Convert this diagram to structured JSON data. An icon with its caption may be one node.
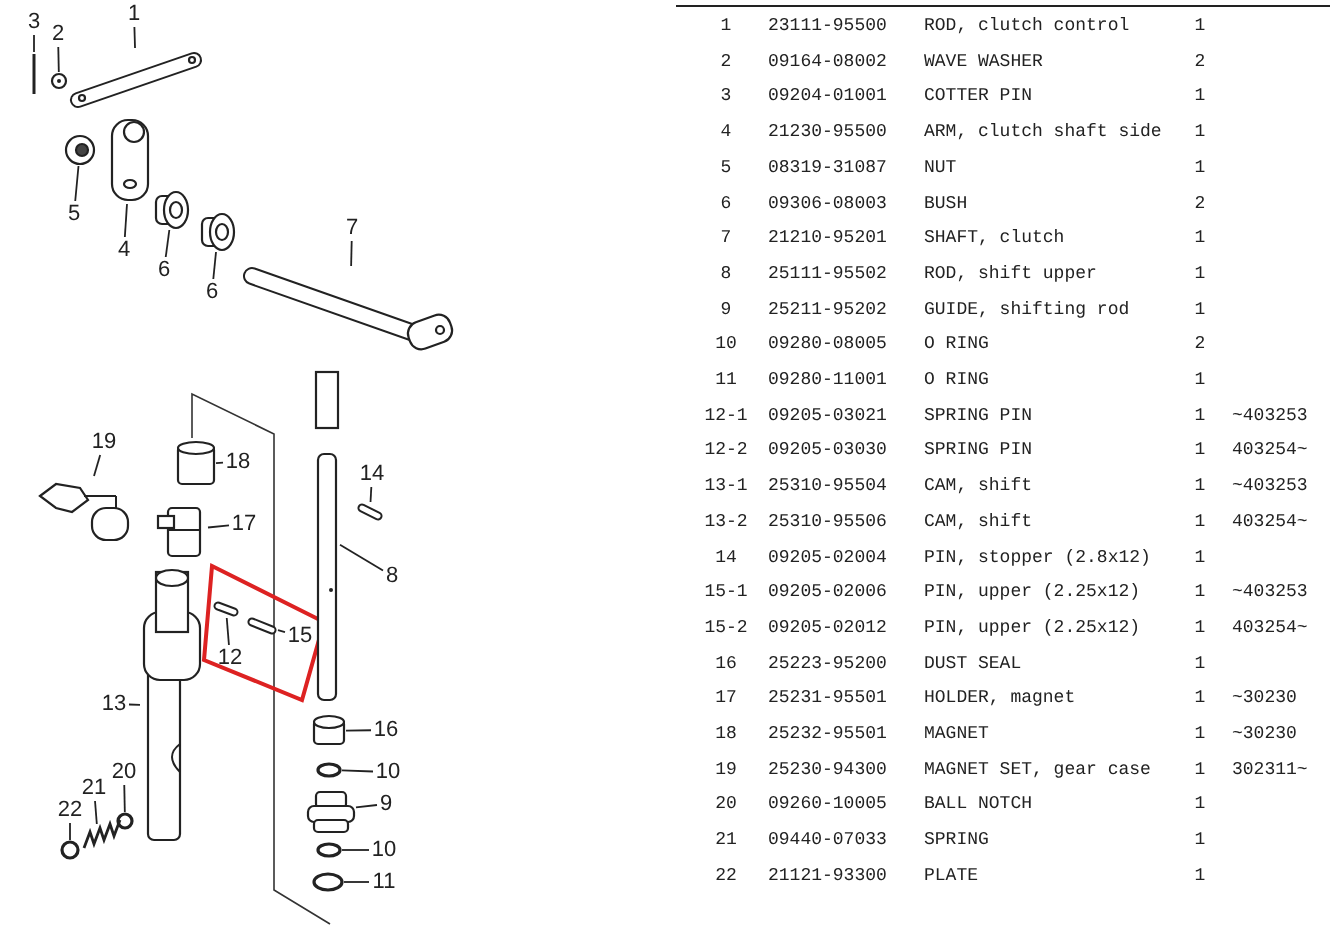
{
  "diagram": {
    "nodes": [
      {
        "text": [
          "1"
        ]
      },
      {
        "text": [],
        "shape": "picture"
      },
      {
        "text": [
          "2"
        ]
      },
      {
        "text": [],
        "shape": "picture"
      },
      {
        "text": [
          "3"
        ]
      },
      {
        "text": [],
        "shape": "picture"
      },
      {
        "text": [
          "4"
        ]
      },
      {
        "text": [],
        "shape": "picture"
      },
      {
        "text": [
          "5"
        ]
      },
      {
        "text": [],
        "shape": "picture"
      },
      {
        "text": [
          "6"
        ]
      },
      {
        "text": [],
        "shape": "picture"
      },
      {
        "text": [
          "6"
        ]
      },
      {
        "text": [],
        "shape": "picture"
      },
      {
        "text": [
          "7"
        ]
      },
      {
        "text": [],
        "shape": "picture"
      },
      {
        "text": [
          "8"
        ]
      },
      {
        "text": [],
        "shape": "picture"
      },
      {
        "text": [
          "14"
        ]
      },
      {
        "text": [],
        "shape": "picture"
      },
      {
        "text": [
          "18"
        ]
      },
      {
        "text": [],
        "shape": "cylinder"
      },
      {
        "text": [
          "19"
        ]
      },
      {
        "text": [],
        "shape": "picture"
      },
      {
        "text": [
          "17"
        ]
      },
      {
        "text": [],
        "shape": "picture"
      },
      {
        "text": [
          "13"
        ]
      },
      {
        "text": [],
        "shape": "picture"
      },
      {
        "text": [
          "12"
        ]
      },
      {
        "text": [],
        "shape": "picture"
      },
      {
        "text": [
          "15"
        ]
      },
      {
        "text": [],
        "shape": "picture"
      },
      {
        "text": [
          "16"
        ]
      },
      {
        "text": [],
        "shape": "cylinder"
      },
      {
        "text": [
          "10"
        ]
      },
      {
        "text": [],
        "shape": "circle"
      },
      {
        "text": [
          "9"
        ]
      },
      {
        "text": [],
        "shape": "picture"
      },
      {
        "text": [
          "10"
        ]
      },
      {
        "text": [],
        "shape": "circle"
      },
      {
        "text": [
          "11"
        ]
      },
      {
        "text": [],
        "shape": "circle"
      },
      {
        "text": [
          "20"
        ]
      },
      {
        "text": [],
        "shape": "circle"
      },
      {
        "text": [
          "21"
        ]
      },
      {
        "text": [],
        "shape": "picture"
      },
      {
        "text": [
          "22"
        ]
      },
      {
        "text": [],
        "shape": "circle"
      }
    ],
    "edges": [
      {
        "from": 0,
        "to": 1,
        "arrow": "none"
      },
      {
        "from": 2,
        "to": 3,
        "arrow": "none"
      },
      {
        "from": 4,
        "to": 5,
        "arrow": "none"
      },
      {
        "from": 6,
        "to": 7,
        "arrow": "none"
      },
      {
        "from": 8,
        "to": 9,
        "arrow": "none"
      },
      {
        "from": 10,
        "to": 11,
        "arrow": "none"
      },
      {
        "from": 12,
        "to": 13,
        "arrow": "none"
      },
      {
        "from": 14,
        "to": 15,
        "arrow": "none"
      },
      {
        "from": 16,
        "to": 17,
        "arrow": "none"
      },
      {
        "from": 18,
        "to": 19,
        "arrow": "none"
      },
      {
        "from": 20,
        "to": 21,
        "arrow": "none"
      },
      {
        "from": 22,
        "to": 23,
        "arrow": "none"
      },
      {
        "from": 24,
        "to": 25,
        "arrow": "none"
      },
      {
        "from": 26,
        "to": 27,
        "arrow": "none"
      },
      {
        "from": 28,
        "to": 29,
        "arrow": "none"
      },
      {
        "from": 30,
        "to": 31,
        "arrow": "none"
      },
      {
        "from": 32,
        "to": 33,
        "arrow": "none"
      },
      {
        "from": 34,
        "to": 35,
        "arrow": "none"
      },
      {
        "from": 36,
        "to": 37,
        "arrow": "none"
      },
      {
        "from": 38,
        "to": 39,
        "arrow": "none"
      },
      {
        "from": 40,
        "to": 41,
        "arrow": "none"
      },
      {
        "from": 42,
        "to": 43,
        "arrow": "none"
      },
      {
        "from": 44,
        "to": 45,
        "arrow": "none"
      },
      {
        "from": 46,
        "to": 47,
        "arrow": "none"
      }
    ],
    "labels": [
      "1",
      "23111-95500",
      "ROD, clutch control",
      "1",
      "2",
      "09164-08002",
      "WAVE WASHER",
      "2",
      "3",
      "09204-01001",
      "COTTER PIN",
      "1",
      "4",
      "21230-95500",
      "ARM, clutch shaft side",
      "1",
      "5",
      "08319-31087",
      "NUT",
      "1",
      "6",
      "09306-08003",
      "BUSH",
      "2",
      "7",
      "21210-95201",
      "SHAFT, clutch",
      "1",
      "8",
      "25111-95502",
      "ROD, shift upper",
      "1",
      "9",
      "25211-95202",
      "GUIDE, shifting rod",
      "1",
      "10",
      "09280-08005",
      "O RING",
      "2",
      "11",
      "09280-11001",
      "O RING",
      "1",
      "12-1",
      "09205-03021",
      "SPRING PIN",
      "1",
      "~403253",
      "12-2",
      "09205-03030",
      "SPRING PIN",
      "1",
      "403254~",
      "13-1",
      "25310-95504",
      "CAM, shift",
      "1",
      "~403253",
      "13-2",
      "25310-95506",
      "CAM, shift",
      "1",
      "403254~",
      "14",
      "09205-02004",
      "PIN, stopper (2.8x12)",
      "1",
      "15-1",
      "09205-02006",
      "PIN, upper (2.25x12)",
      "1",
      "~403253",
      "15-2",
      "09205-02012",
      "PIN, upper (2.25x12)",
      "1",
      "403254~",
      "16",
      "25223-95200",
      "DUST SEAL",
      "1",
      "17",
      "25231-95501",
      "HOLDER, magnet",
      "1",
      "~30230",
      "18",
      "25232-95501",
      "MAGNET",
      "1",
      "~30230",
      "19",
      "25230-94300",
      "MAGNET SET, gear case",
      "1",
      "302311~",
      "20",
      "09260-10005",
      "BALL NOTCH",
      "1",
      "21",
      "09440-07033",
      "SPRING",
      "1",
      "22",
      "21121-93300",
      "PLATE",
      "1"
    ]
  }
}
